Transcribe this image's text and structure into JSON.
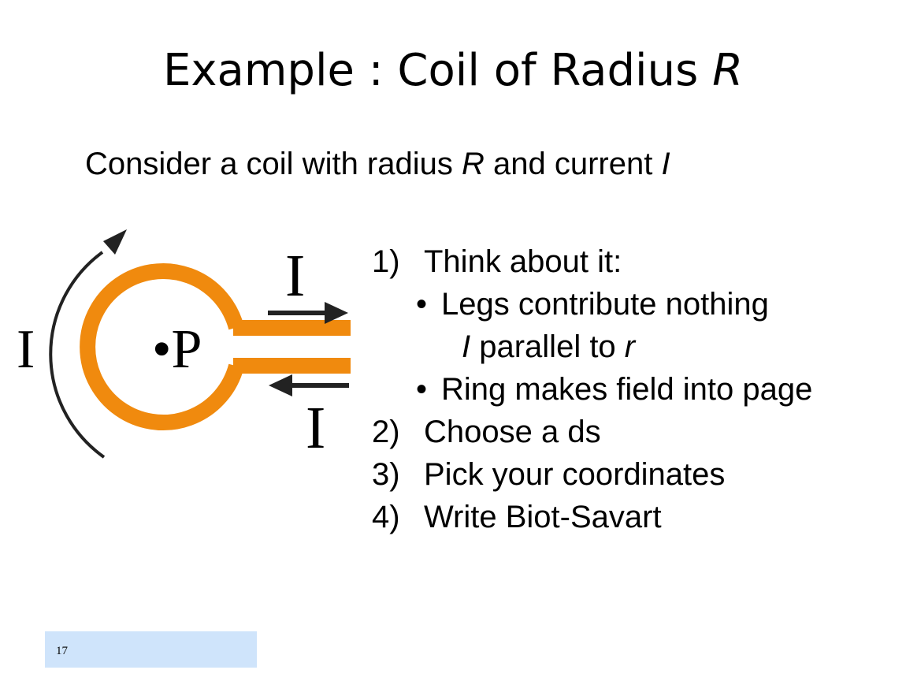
{
  "title": {
    "text": "Example : Coil of Radius ",
    "var": "R"
  },
  "subtitle": {
    "t1": "Consider a coil with radius ",
    "v1": "R",
    "t2": " and current ",
    "v2": "I"
  },
  "figure": {
    "current_label_left": "I",
    "current_label_top": "I",
    "current_label_bottom": "I",
    "point_label": "•P",
    "colors": {
      "coil": "#f08a0e",
      "arrow": "#222222"
    }
  },
  "steps": [
    {
      "num": "1)",
      "text": "Think about it:"
    },
    {
      "bullet": "•",
      "text": "Legs contribute nothing"
    },
    {
      "pre": "I",
      "mid": " parallel to ",
      "post": "r"
    },
    {
      "bullet": "•",
      "text": "Ring makes field into page"
    },
    {
      "num": "2)",
      "text": "Choose a ds"
    },
    {
      "num": "3)",
      "text": "Pick your coordinates"
    },
    {
      "num": "4)",
      "text": "Write Biot-Savart"
    }
  ],
  "slide_number": "17"
}
